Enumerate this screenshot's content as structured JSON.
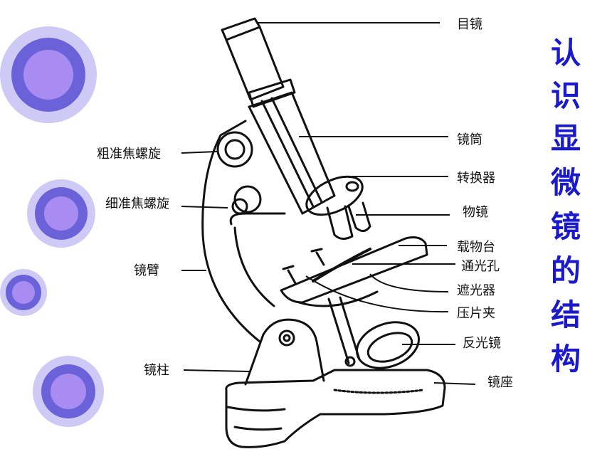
{
  "title_chars": [
    "认",
    "识",
    "显",
    "微",
    "镜",
    "的",
    "结",
    "构"
  ],
  "labels": {
    "eyepiece": "目镜",
    "tube": "镜筒",
    "nosepiece": "转换器",
    "objective": "物镜",
    "stage": "载物台",
    "aperture": "通光孔",
    "diaphragm": "遮光器",
    "clip": "压片夹",
    "mirror": "反光镜",
    "base": "镜座",
    "coarse_knob": "粗准焦螺旋",
    "fine_knob": "细准焦螺旋",
    "arm": "镜臂",
    "pillar": "镜柱"
  },
  "colors": {
    "title": "#1a1acc",
    "circle_outer": "#cfcaf5",
    "circle_mid": "#6b62d9",
    "circle_inner": "#a88cf2"
  }
}
